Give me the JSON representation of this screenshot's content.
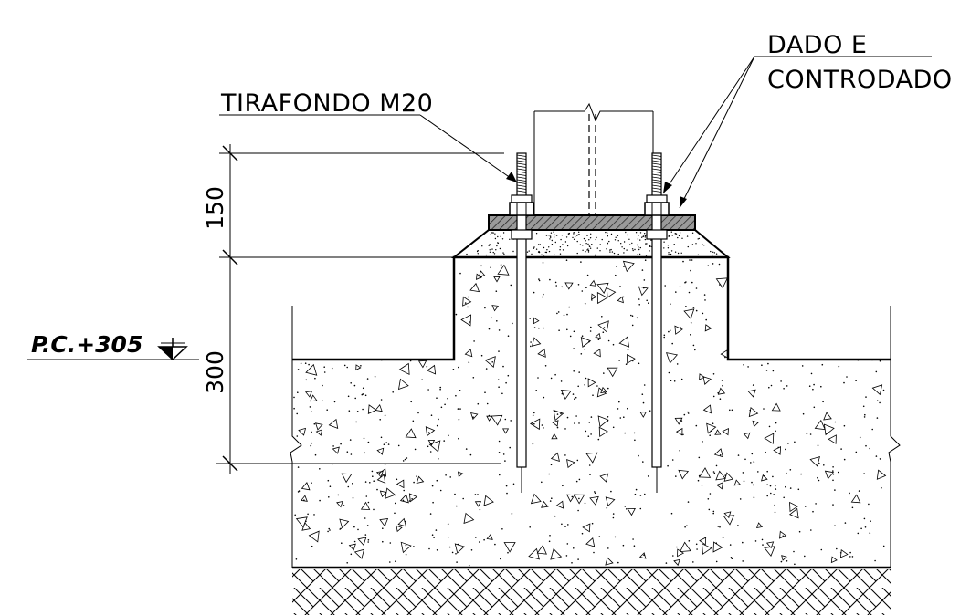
{
  "labels": {
    "anchor_bolt": "TIRAFONDO M20",
    "nut_line1": "DADO E",
    "nut_line2": "CONTRODADO",
    "level_mark": "P.C.+305"
  },
  "dimensions": {
    "upper": "150",
    "lower": "300"
  },
  "colors": {
    "line": "#000000",
    "background": "#ffffff",
    "plate_fill": "#8c8c8c"
  }
}
